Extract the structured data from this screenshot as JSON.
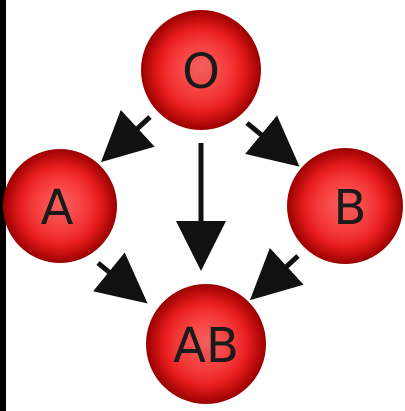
{
  "diagram": {
    "nodes": [
      {
        "id": "O",
        "label": "O"
      },
      {
        "id": "A",
        "label": "A"
      },
      {
        "id": "B",
        "label": "B"
      },
      {
        "id": "AB",
        "label": "AB"
      }
    ],
    "edges": [
      {
        "from": "O",
        "to": "A"
      },
      {
        "from": "O",
        "to": "B"
      },
      {
        "from": "O",
        "to": "AB"
      },
      {
        "from": "A",
        "to": "AB"
      },
      {
        "from": "B",
        "to": "AB"
      }
    ],
    "colors": {
      "cell_light": "#ff6a6a",
      "cell_mid": "#e81c1c",
      "cell_dark": "#8a0000",
      "arrow": "#111111",
      "frame_border": "#000000"
    }
  }
}
